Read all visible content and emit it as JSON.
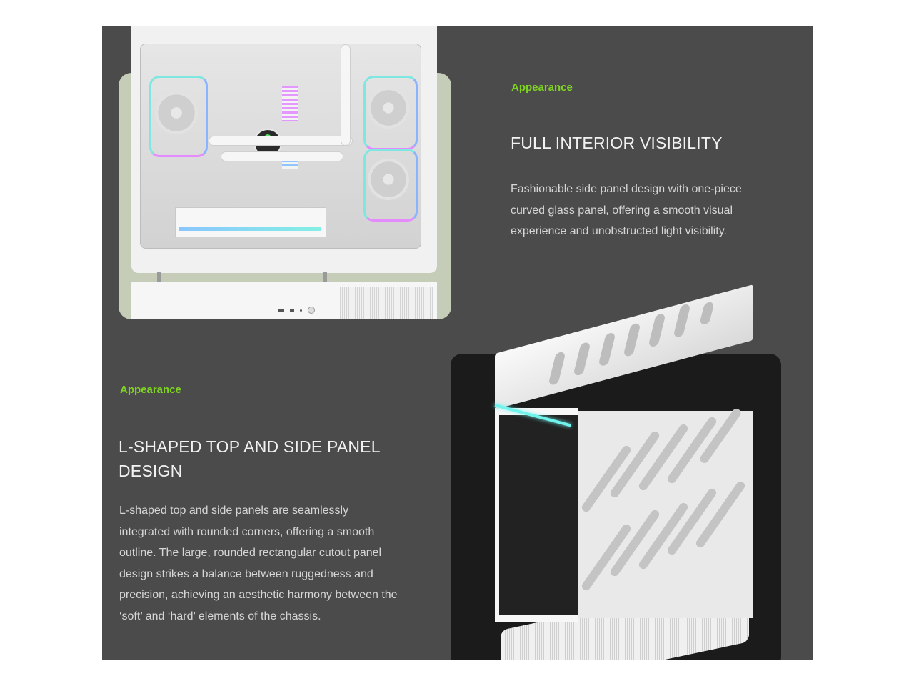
{
  "sections": [
    {
      "eyebrow": "Appearance",
      "title": "FULL INTERIOR VISIBILITY",
      "description": "Fashionable side panel design with one-piece curved glass panel, offering a smooth visual experience and unobstructed light visibility.",
      "image_alt": "White PC case with curved glass side panel showing RGB fans, liquid cooler and GPU"
    },
    {
      "eyebrow": "Appearance",
      "title": "L-SHAPED TOP AND SIDE PANEL DESIGN",
      "description": "L-shaped top and side panels are seamlessly integrated with rounded corners, offering a smooth outline. The large, rounded rectangular cutout panel design strikes a balance between ruggedness and precision, achieving an aesthetic harmony between the ‘soft’ and ‘hard’ elements of the chassis.",
      "image_alt": "White L-shaped top and side panel frame with diagonal slotted vents"
    }
  ],
  "colors": {
    "panel_bg": "#4b4b4b",
    "accent_green": "#7ed321",
    "image1_bg": "#c5cdb8",
    "image2_bg": "#1b1b1b"
  }
}
